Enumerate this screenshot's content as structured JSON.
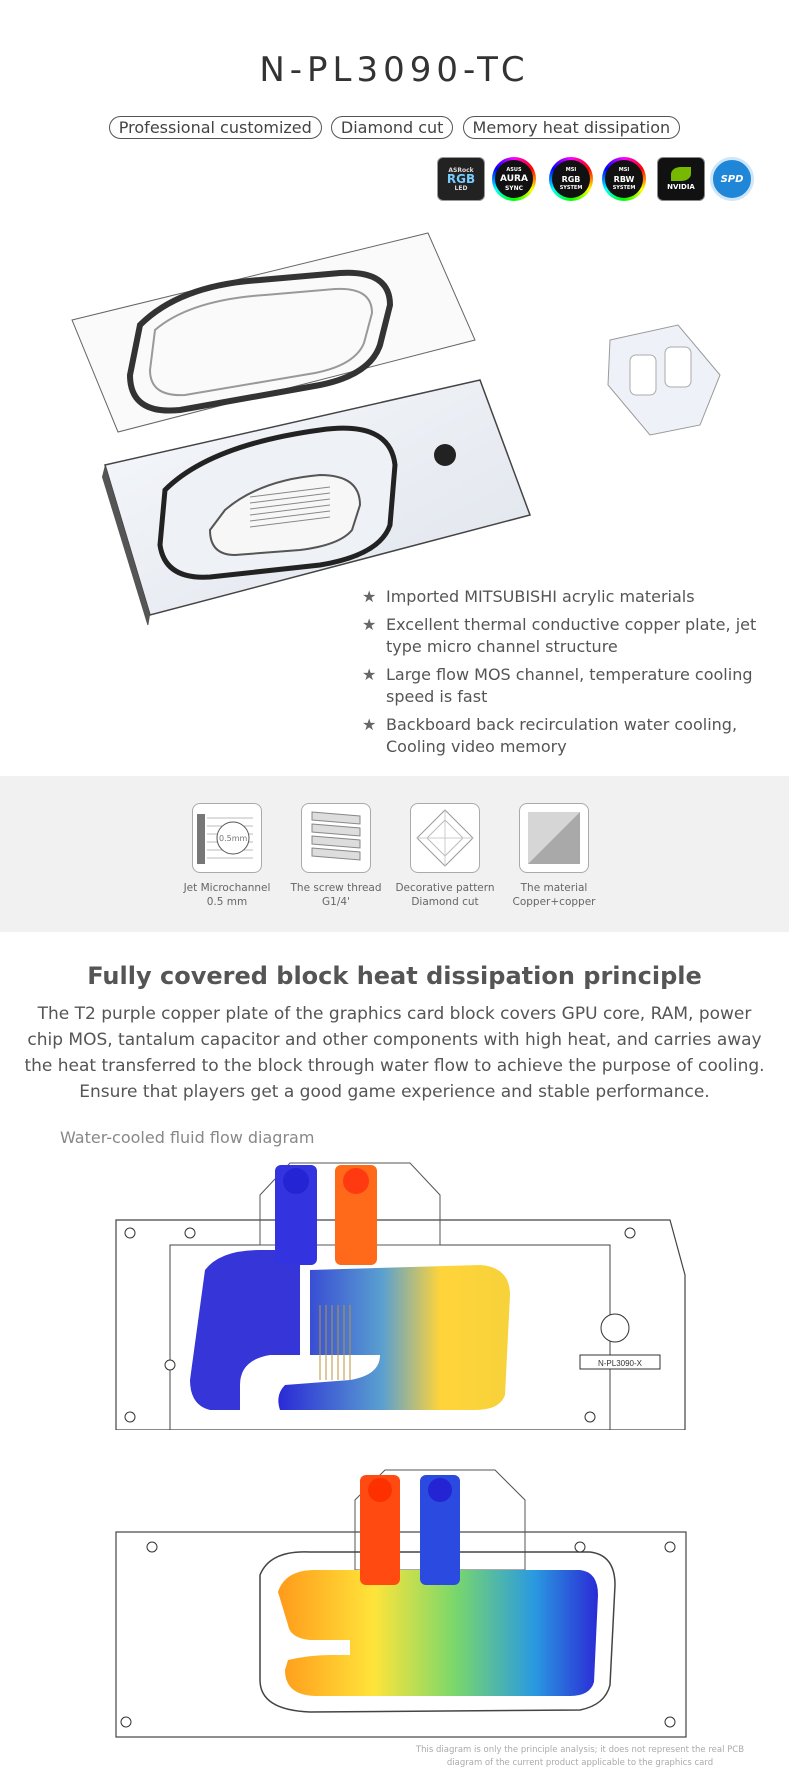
{
  "header": {
    "title": "N-PL3090-TC",
    "tags": [
      "Professional customized",
      "Diamond cut",
      "Memory heat dissipation"
    ]
  },
  "brands": [
    {
      "icon": "asrock-rgb-led-logo",
      "top": "ASRock",
      "mid": "RGB",
      "bot": "LED"
    },
    {
      "icon": "aura-sync-logo",
      "top": "ASUS",
      "mid": "AURA",
      "bot": "SYNC"
    },
    {
      "icon": "msi-rgb-system-logo",
      "top": "MSI",
      "mid": "RGB",
      "bot": "SYSTEM"
    },
    {
      "icon": "msi-rbw-system-logo",
      "top": "MSI",
      "mid": "RBW",
      "bot": "SYSTEM"
    },
    {
      "icon": "nvidia-logo",
      "mid": "NVIDIA"
    },
    {
      "icon": "spd-logo",
      "mid": "SPD"
    }
  ],
  "features": [
    "Imported MITSUBISHI acrylic materials",
    "Excellent thermal conductive copper plate, jet type micro channel structure",
    "Large flow MOS channel, temperature cooling speed is fast",
    "Backboard back recirculation water cooling, Cooling video memory"
  ],
  "specs": [
    {
      "icon": "microchannel-icon",
      "line1": "Jet Microchannel",
      "line2": "0.5 mm",
      "box_text": "0.5mm"
    },
    {
      "icon": "screw-thread-icon",
      "line1": "The screw thread",
      "line2": "G1/4'"
    },
    {
      "icon": "diamond-pattern-icon",
      "line1": "Decorative pattern",
      "line2": "Diamond cut"
    },
    {
      "icon": "material-swatch-icon",
      "line1": "The material",
      "line2": "Copper+copper"
    }
  ],
  "principle": {
    "heading": "Fully covered block heat dissipation principle",
    "body": "The T2 purple copper plate of the graphics card block covers GPU core, RAM, power chip MOS, tantalum capacitor and other components with high heat, and carries away the heat transferred to the block through water flow to achieve the purpose of cooling. Ensure that players get a good game experience and stable performance."
  },
  "diagram": {
    "label": "Water-cooled fluid flow diagram",
    "model_label": "N-PL3090-X",
    "footnote": "This diagram is only the principle analysis; it does not represent the real PCB diagram of the current product applicable to the graphics card"
  },
  "colors": {
    "cold": "#2a2ad6",
    "hot": "#ff4a12",
    "warm": "#ffd43a",
    "band": "#f1f1f1"
  }
}
